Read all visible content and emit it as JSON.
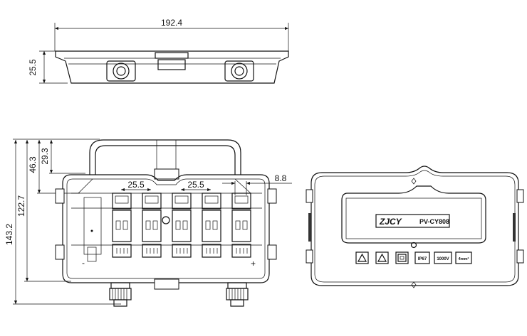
{
  "dimensions": {
    "width": "192.4",
    "height_top": "25.5",
    "total_height": "143.2",
    "body_height": "122.7",
    "handle_to_diode": "46.3",
    "handle_height": "29.3",
    "pitch_left": "25.5",
    "pitch_right": "25.5",
    "edge_offset": "8.8"
  },
  "polarity": {
    "negative": "-",
    "positive": "+"
  },
  "cover": {
    "brand": "ZJCY",
    "model": "PV-CY808",
    "badges": [
      "IP67",
      "1000V",
      "4mm²"
    ]
  }
}
